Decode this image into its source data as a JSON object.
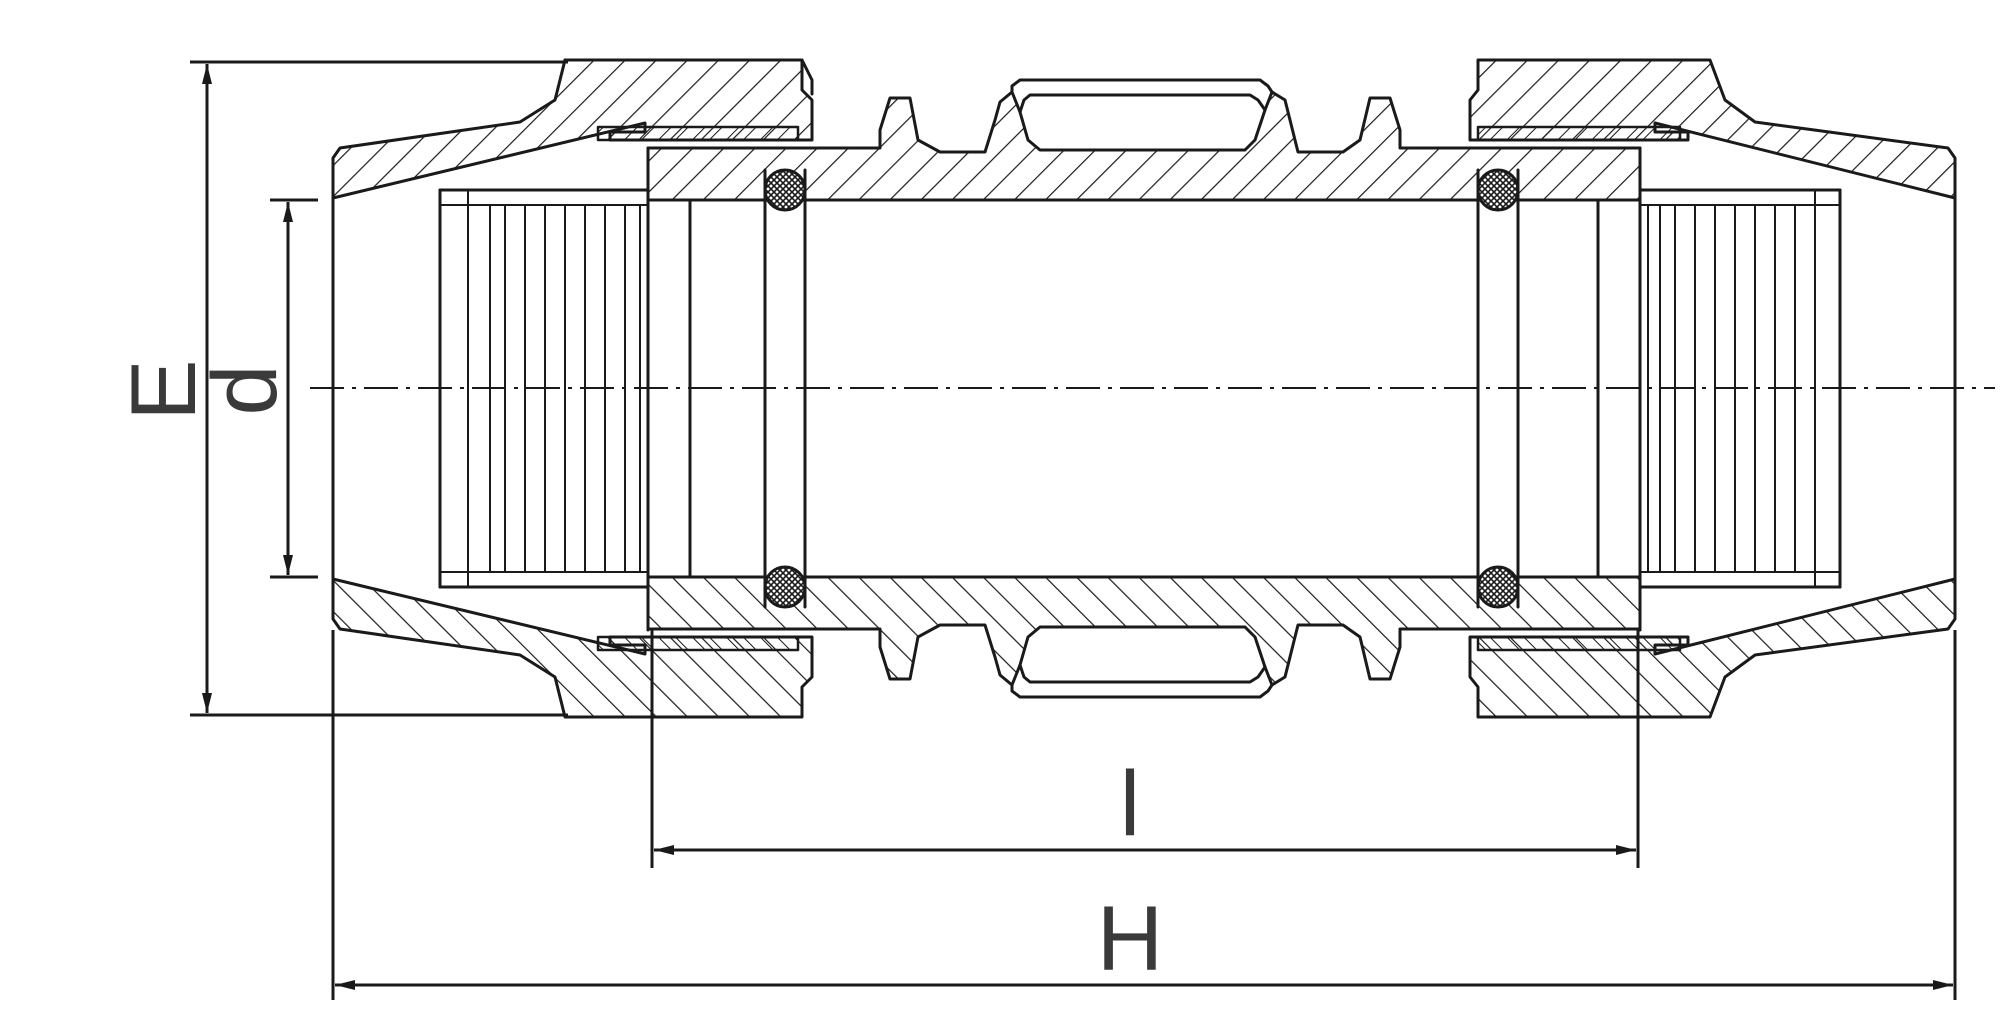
{
  "diagram": {
    "labels": {
      "outer_diameter": "E",
      "inner_diameter": "d",
      "insert_length": "l",
      "overall_length": "H"
    }
  }
}
